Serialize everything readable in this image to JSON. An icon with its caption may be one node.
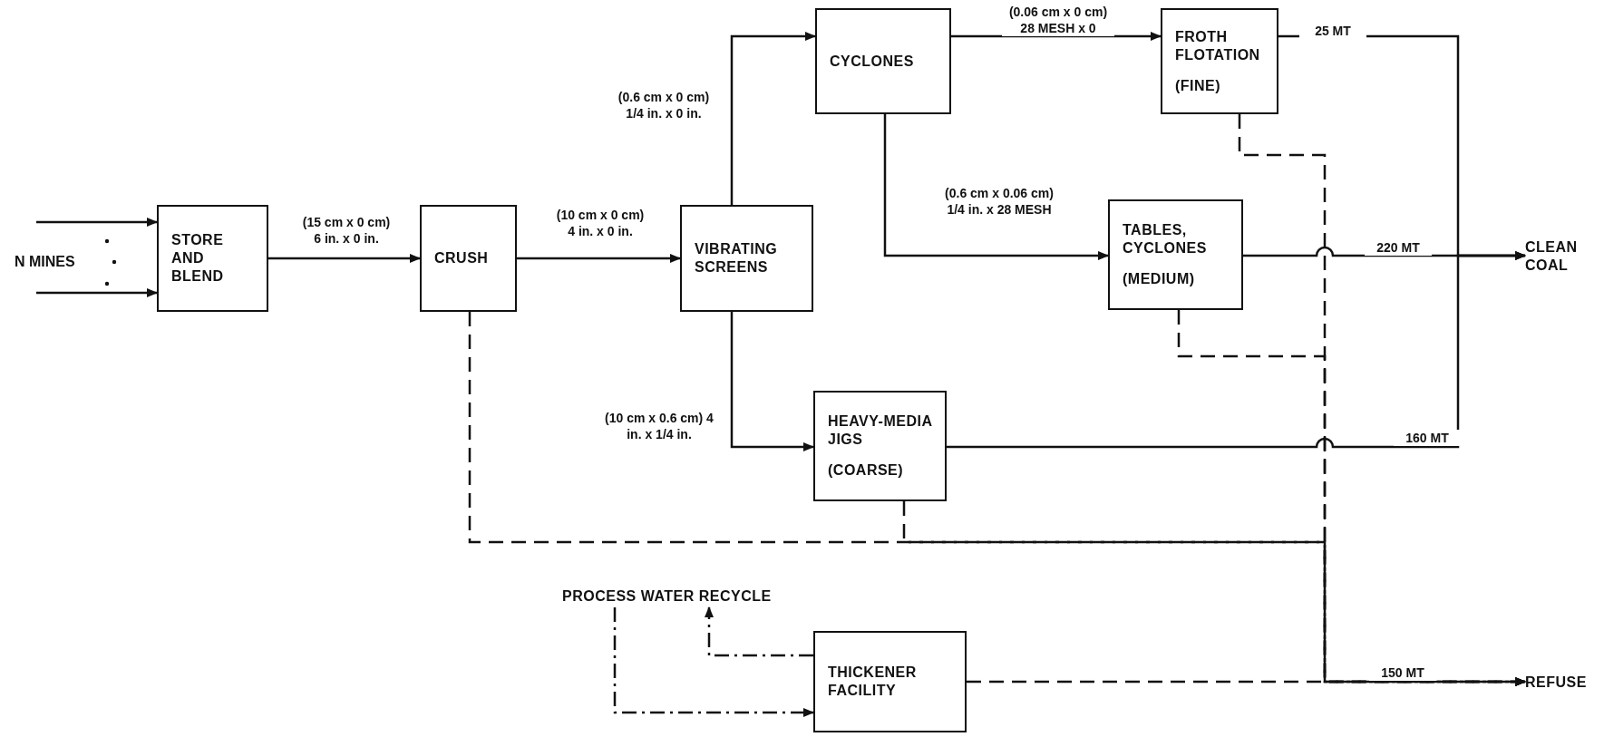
{
  "diagram": {
    "nodes": [
      {
        "text": [
          "STORE AND BLEND"
        ]
      },
      {
        "text": [
          "CRUSH"
        ]
      },
      {
        "text": [
          "VIBRATING SCREENS"
        ]
      },
      {
        "text": [
          "CYCLONES"
        ]
      },
      {
        "text": [
          "FROTH FLOTATION",
          "(FINE)"
        ]
      },
      {
        "text": [
          "TABLES, CYCLONES",
          "(MEDIUM)"
        ]
      },
      {
        "text": [
          "HEAVY-MEDIA JIGS",
          "(COARSE)"
        ]
      },
      {
        "text": [
          "THICKENER FACILITY"
        ]
      },
      {
        "text": [
          "CLEAN COAL"
        ]
      },
      {
        "text": [
          "REFUSE"
        ]
      },
      {
        "text": [
          "PROCESS WATER RECYCLE"
        ]
      }
    ],
    "edges": [
      {
        "from": null,
        "to": 0,
        "arrow": "to"
      },
      {
        "from": null,
        "to": 0,
        "arrow": "to"
      },
      {
        "from": 0,
        "to": 1,
        "arrow": "to",
        "label": "(15 cm x 0 cm) 6 in. x 0 in."
      },
      {
        "from": 1,
        "to": 2,
        "arrow": "to",
        "label": "(10 cm x 0 cm) 4 in. x 0 in."
      },
      {
        "from": 2,
        "to": 3,
        "arrow": "to",
        "label": "(0.6 cm x 0 cm) 1/4 in. x 0 in."
      },
      {
        "from": 2,
        "to": 6,
        "arrow": "to",
        "label": "(10 cm x 0.6 cm) 4 in. x 1/4 in."
      },
      {
        "from": 3,
        "to": 4,
        "arrow": "to",
        "label": "(0.06 cm x 0 cm) 28 MESH x 0"
      },
      {
        "from": 3,
        "to": 5,
        "arrow": "to",
        "label": "(0.6 cm x 0.06 cm) 1/4 in. x 28 MESH"
      },
      {
        "from": 4,
        "to": 8,
        "arrow": "to",
        "label": "25 MT"
      },
      {
        "from": 5,
        "to": 8,
        "arrow": "to",
        "label": "220 MT"
      },
      {
        "from": 6,
        "to": 8,
        "arrow": "to",
        "label": "160 MT"
      },
      {
        "from": 4,
        "to": 9,
        "arrow": "to",
        "style": "dashed"
      },
      {
        "from": 5,
        "to": 9,
        "arrow": "to",
        "style": "dashed"
      },
      {
        "from": 6,
        "to": 9,
        "arrow": "to",
        "style": "dashed"
      },
      {
        "from": 1,
        "to": 9,
        "arrow": "to",
        "style": "dashed"
      },
      {
        "from": 7,
        "to": 9,
        "arrow": "to",
        "style": "dashed",
        "label": "150 MT"
      },
      {
        "from": 7,
        "to": 10,
        "arrow": "to",
        "style": "dashed"
      },
      {
        "from": 10,
        "to": 7,
        "arrow": "to",
        "style": "dashed"
      }
    ],
    "labels": [
      "N MINES"
    ]
  }
}
